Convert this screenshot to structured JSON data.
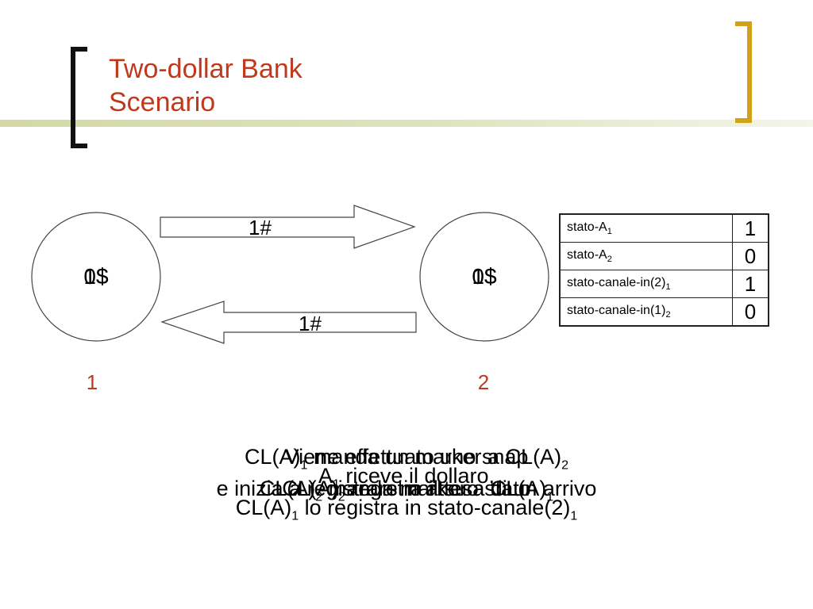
{
  "slide": {
    "title_line1": "Two-dollar Bank",
    "title_line2": "Scenario",
    "colors": {
      "title": "#c0391c",
      "bracket_left": "#111111",
      "bracket_right": "#d4a017",
      "band": "#d3d8a6"
    }
  },
  "diagram": {
    "node1": {
      "label": "1",
      "balance_a": "0$",
      "balance_b": "1$"
    },
    "node2": {
      "label": "2",
      "balance_a": "0$",
      "balance_b": "1$"
    },
    "arrow_right_label": "1#",
    "arrow_left_label": "1#"
  },
  "state_table": {
    "rows": [
      {
        "name": "stato-A",
        "sub": "1",
        "value": "1"
      },
      {
        "name": "stato-A",
        "sub": "2",
        "value": "0"
      },
      {
        "name": "stato-canale-in(2)",
        "sub": "1",
        "value": "1"
      },
      {
        "name": "stato-canale-in(1)",
        "sub": "2",
        "value": "0"
      }
    ]
  },
  "captions": {
    "a_line1_pre": "CL(A)",
    "a_line1_sub": "1",
    "a_line1_post": " manda un marker a CL(A)",
    "a_line1_sub2": "2",
    "b_line1": "Viene effettuato uno snap",
    "c_line2": "A",
    "c_line2_sub": "1",
    "c_line2_post": " riceve il dollaro,",
    "d_line3_pre": "e inizia a registrare in attesa di un arrivo",
    "e_line3": "CL(A)",
    "e_line3_sub": "2",
    "e_line3_post": " registra il suo stato",
    "f_line3": "CL(A)",
    "f_line3_sub": "2",
    "f_line3_post": " manda marker a CL(A)",
    "f_line3_sub2": "1",
    "g_line4_pre": "CL(A)",
    "g_line4_sub": "1",
    "g_line4_post": " lo registra in stato-canale(2)",
    "g_line4_sub2": "1"
  }
}
